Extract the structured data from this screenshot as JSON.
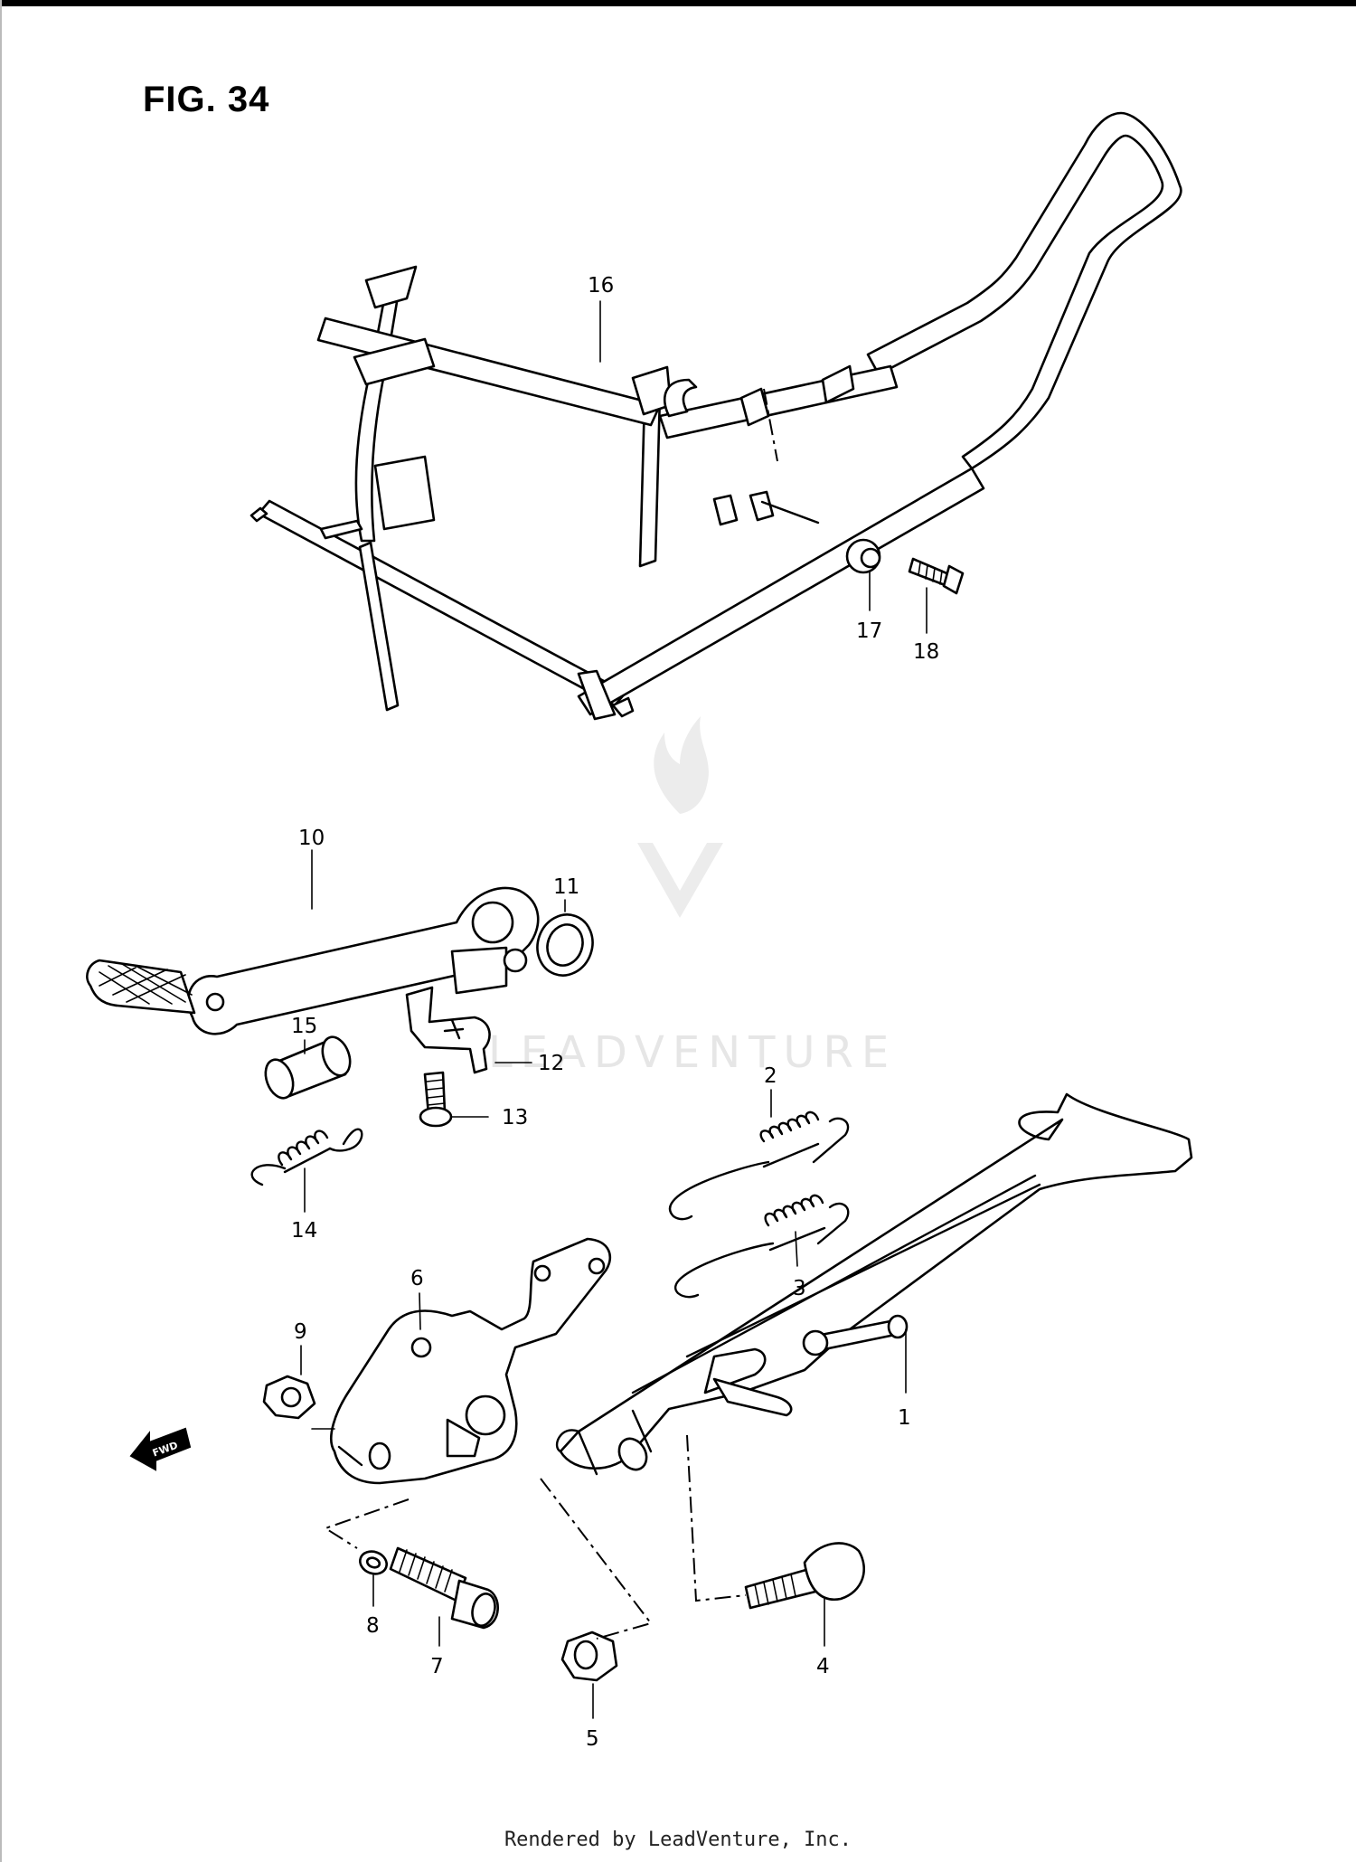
{
  "figure": {
    "title": "FIG. 34"
  },
  "callouts": [
    {
      "number": "1"
    },
    {
      "number": "2"
    },
    {
      "number": "3"
    },
    {
      "number": "4"
    },
    {
      "number": "5"
    },
    {
      "number": "6"
    },
    {
      "number": "7"
    },
    {
      "number": "8"
    },
    {
      "number": "9"
    },
    {
      "number": "10"
    },
    {
      "number": "11"
    },
    {
      "number": "12"
    },
    {
      "number": "13"
    },
    {
      "number": "14"
    },
    {
      "number": "15"
    },
    {
      "number": "16"
    },
    {
      "number": "17"
    },
    {
      "number": "18"
    }
  ],
  "direction_badge": {
    "label": "FWD"
  },
  "watermark": {
    "text": "LEADVENTURE",
    "icon": "flame-v-logo-icon"
  },
  "footer": {
    "text": "Rendered by LeadVenture, Inc."
  }
}
